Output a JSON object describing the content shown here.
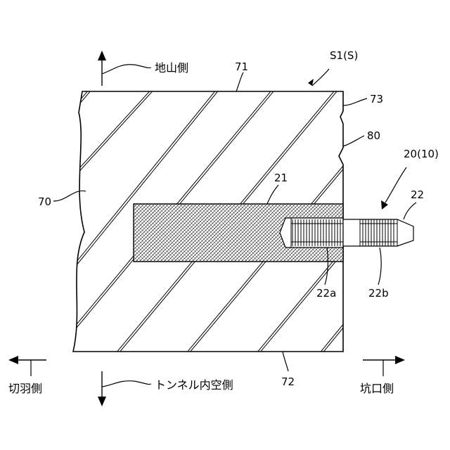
{
  "labels": {
    "figure_ref": "S1(S)",
    "face_top": "71",
    "face_bottom": "72",
    "face_right": "73",
    "crack": "80",
    "ground": "70",
    "hole": "21",
    "assembly": "20(10)",
    "bolt": "22",
    "bolt_inner": "22a",
    "bolt_outer": "22b"
  },
  "directions": {
    "up": "地山側",
    "down": "トンネル内空側",
    "left": "切羽側",
    "right": "坑口側"
  }
}
